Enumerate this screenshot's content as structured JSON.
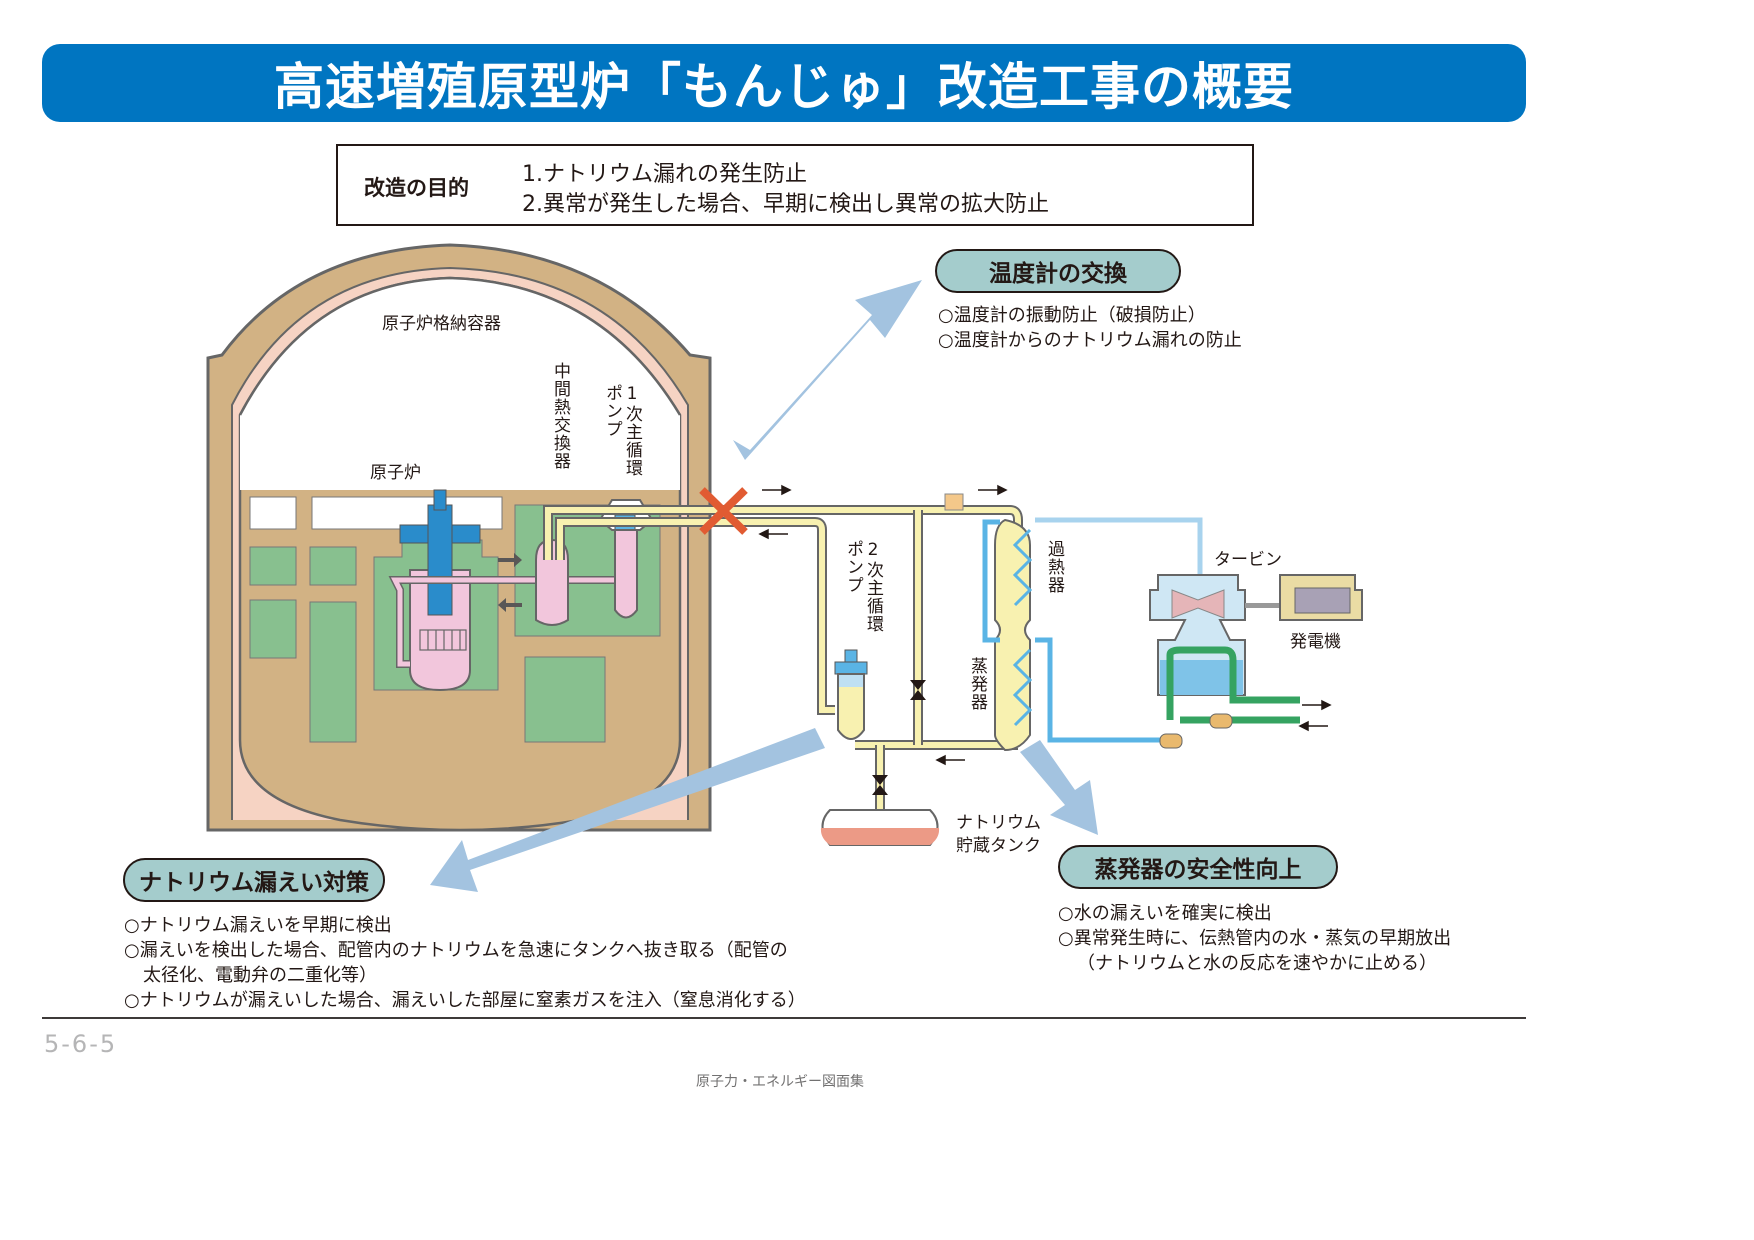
{
  "header": {
    "title": "高速増殖原型炉「もんじゅ」改造工事の概要",
    "color": "#0075c1"
  },
  "purpose": {
    "label": "改造の目的",
    "items": [
      "1.ナトリウム漏れの発生防止",
      "2.異常が発生した場合、早期に検出し異常の拡大防止"
    ]
  },
  "diagram": {
    "labels": {
      "containment": "原子炉格納容器",
      "reactor": "原子炉",
      "ihx": "中間熱交換器",
      "primary_pump": "1次主循環ポンプ",
      "secondary_pump": "2次主循環ポンプ",
      "superheater": "過熱器",
      "evaporator": "蒸発器",
      "turbine": "タービン",
      "generator": "発電機",
      "sodium_tank_line1": "ナトリウム",
      "sodium_tank_line2": "貯蔵タンク"
    },
    "colors": {
      "building": "#d2b284",
      "containment_liner": "#f6d3c3",
      "room_green": "#88c08f",
      "primary_sodium": "#f2c6dc",
      "secondary_sodium": "#f8f1b0",
      "reactor_blue": "#2a8ccb",
      "water_blue": "#a8d3ee",
      "feedwater_green": "#35a361",
      "callout_arrow": "#a3c3e0",
      "leak_mark": "#e15b32",
      "pill_fill": "#a4cccc"
    }
  },
  "sections": {
    "thermometer": {
      "title": "温度計の交換",
      "bullets": [
        "○温度計の振動防止（破損防止）",
        "○温度計からのナトリウム漏れの防止"
      ]
    },
    "sodium_leak": {
      "title": "ナトリウム漏えい対策",
      "bullets": [
        "○ナトリウム漏えいを早期に検出",
        "○漏えいを検出した場合、配管内のナトリウムを急速にタンクへ抜き取る（配管の",
        "太径化、電動弁の二重化等）",
        "○ナトリウムが漏えいした場合、漏えいした部屋に窒素ガスを注入（窒息消化する）"
      ]
    },
    "evaporator_safety": {
      "title": "蒸発器の安全性向上",
      "bullets": [
        "○水の漏えいを確実に検出",
        "○異常発生時に、伝熱管内の水・蒸気の早期放出",
        "（ナトリウムと水の反応を速やかに止める）"
      ]
    }
  },
  "footer": {
    "page_number": "5-6-5",
    "caption": "原子力・エネルギー図面集"
  }
}
